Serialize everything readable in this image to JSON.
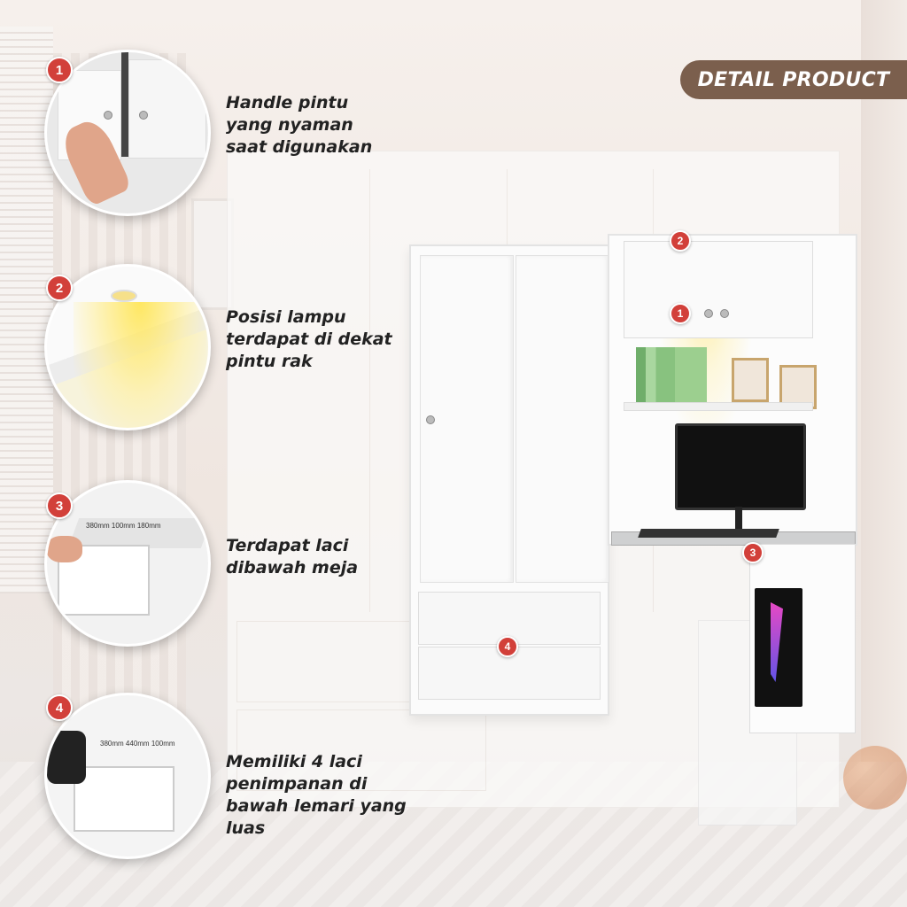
{
  "header": {
    "title": "DETAIL PRODUCT"
  },
  "features": [
    {
      "number": "1",
      "caption": "Handle pintu\nyang nyaman\nsaat digunakan"
    },
    {
      "number": "2",
      "caption": "Posisi lampu\nterdapat di dekat\npintu rak"
    },
    {
      "number": "3",
      "caption": "Terdapat laci\ndibawah meja"
    },
    {
      "number": "4",
      "caption": "Memiliki 4 laci\npenimpanan di\nbawah lemari yang\nluas"
    }
  ],
  "dimensions": {
    "drawer3": {
      "depth": "380mm",
      "width": "180mm",
      "height": "100mm"
    },
    "drawer4": {
      "depth": "380mm",
      "width": "440mm",
      "height": "100mm"
    }
  },
  "product_markers": [
    "2",
    "1",
    "3",
    "4"
  ],
  "colors": {
    "accent": "#d2403a",
    "pill": "#7b5f4d"
  }
}
